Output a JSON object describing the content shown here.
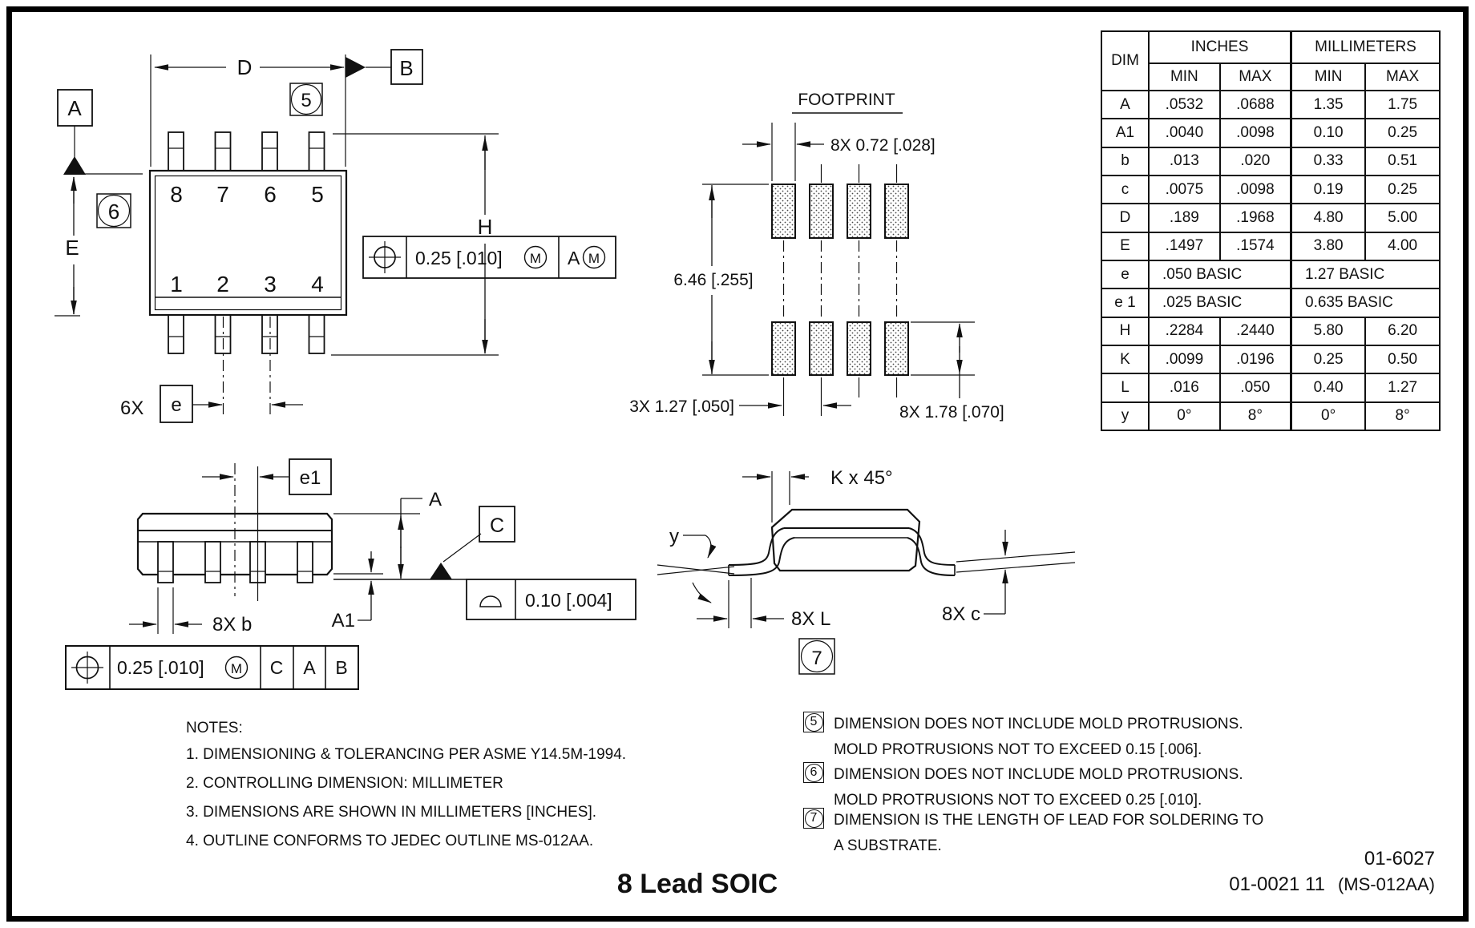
{
  "page": {
    "title": "8 Lead SOIC",
    "doc_number_top": "01-6027",
    "doc_number_bottom": "01-0021 11",
    "doc_number_suffix": "(MS-012AA)"
  },
  "top_view": {
    "datum_a": "A",
    "datum_b": "B",
    "dim_d": "D",
    "dim_e": "E",
    "dim_h": "H",
    "note_ref_5": "5",
    "note_ref_6": "6",
    "pins_top": [
      "8",
      "7",
      "6",
      "5"
    ],
    "pins_bottom": [
      "1",
      "2",
      "3",
      "4"
    ],
    "pitch_count": "6X",
    "pitch_dim": "e",
    "fcf": {
      "tolerance": "0.25 [.010]",
      "modifier": "M",
      "datum": "A",
      "datum_modifier": "M"
    }
  },
  "footprint": {
    "title": "FOOTPRINT",
    "pad_width": "8X 0.72 [.028]",
    "span": "6.46 [.255]",
    "pitch": "3X 1.27 [.050]",
    "pad_height": "8X 1.78 [.070]"
  },
  "front_view": {
    "dim_e1": "e1",
    "dim_a": "A",
    "dim_a1": "A1",
    "lead_width": "8X b",
    "datum_c": "C",
    "flatness_value": "0.10 [.004]",
    "fcf": {
      "tolerance": "0.25 [.010]",
      "modifier": "M",
      "datum1": "C",
      "datum2": "A",
      "datum3": "B"
    }
  },
  "end_view": {
    "chamfer": "K x 45°",
    "angle": "y",
    "lead_length": "8X L",
    "lead_thickness": "8X c",
    "note_ref_7": "7"
  },
  "notes": {
    "heading": "NOTES:",
    "items": [
      "1.  DIMENSIONING & TOLERANCING PER ASME Y14.5M-1994.",
      "2.  CONTROLLING DIMENSION: MILLIMETER",
      "3.  DIMENSIONS ARE SHOWN IN MILLIMETERS [INCHES].",
      "4.  OUTLINE CONFORMS TO JEDEC OUTLINE MS-012AA."
    ],
    "callouts": [
      {
        "ref": "5",
        "lines": [
          "DIMENSION DOES NOT INCLUDE MOLD PROTRUSIONS.",
          "MOLD PROTRUSIONS NOT TO EXCEED 0.15 [.006]."
        ]
      },
      {
        "ref": "6",
        "lines": [
          "DIMENSION DOES NOT INCLUDE MOLD PROTRUSIONS.",
          "MOLD PROTRUSIONS NOT TO EXCEED 0.25 [.010]."
        ]
      },
      {
        "ref": "7",
        "lines": [
          "DIMENSION IS THE LENGTH OF LEAD FOR SOLDERING TO",
          "A SUBSTRATE."
        ]
      }
    ]
  },
  "table": {
    "header": {
      "dim": "DIM",
      "inches": "INCHES",
      "millimeters": "MILLIMETERS",
      "min": "MIN",
      "max": "MAX"
    },
    "rows": [
      {
        "dim": "A",
        "in_min": ".0532",
        "in_max": ".0688",
        "mm_min": "1.35",
        "mm_max": "1.75"
      },
      {
        "dim": "A1",
        "in_min": ".0040",
        "in_max": ".0098",
        "mm_min": "0.10",
        "mm_max": "0.25"
      },
      {
        "dim": "b",
        "in_min": ".013",
        "in_max": ".020",
        "mm_min": "0.33",
        "mm_max": "0.51"
      },
      {
        "dim": "c",
        "in_min": ".0075",
        "in_max": ".0098",
        "mm_min": "0.19",
        "mm_max": "0.25"
      },
      {
        "dim": "D",
        "in_min": ".189",
        "in_max": ".1968",
        "mm_min": "4.80",
        "mm_max": "5.00"
      },
      {
        "dim": "E",
        "in_min": ".1497",
        "in_max": ".1574",
        "mm_min": "3.80",
        "mm_max": "4.00"
      },
      {
        "dim": "e",
        "in_span": ".050  BASIC",
        "mm_span": "1.27  BASIC"
      },
      {
        "dim": "e 1",
        "in_span": ".025  BASIC",
        "mm_span": "0.635  BASIC"
      },
      {
        "dim": "H",
        "in_min": ".2284",
        "in_max": ".2440",
        "mm_min": "5.80",
        "mm_max": "6.20"
      },
      {
        "dim": "K",
        "in_min": ".0099",
        "in_max": ".0196",
        "mm_min": "0.25",
        "mm_max": "0.50"
      },
      {
        "dim": "L",
        "in_min": ".016",
        "in_max": ".050",
        "mm_min": "0.40",
        "mm_max": "1.27"
      },
      {
        "dim": "y",
        "in_min": "0°",
        "in_max": "8°",
        "mm_min": "0°",
        "mm_max": "8°"
      }
    ]
  },
  "colors": {
    "ink": "#111111",
    "background": "#ffffff"
  }
}
